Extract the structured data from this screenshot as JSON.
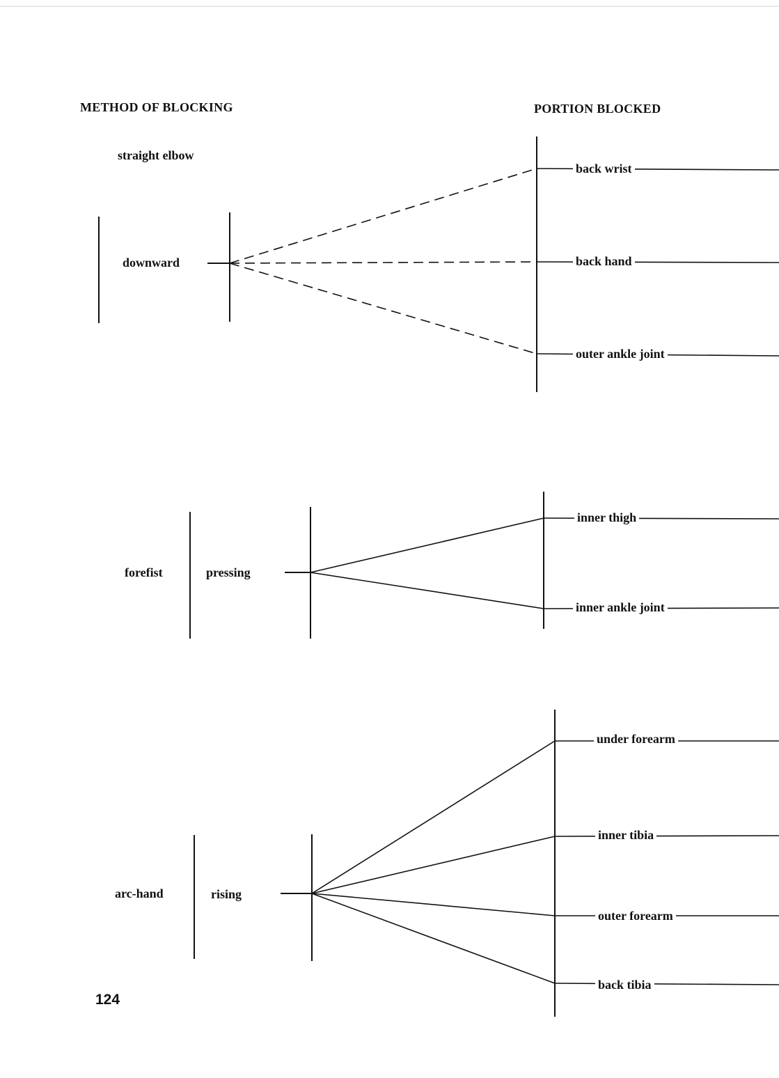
{
  "headings": {
    "method": "METHOD OF BLOCKING",
    "portion": "PORTION BLOCKED"
  },
  "groups": [
    {
      "id": "downward",
      "tool": "straight elbow",
      "direction": "downward",
      "line_style": "dashed",
      "portions": [
        "back wrist",
        "back hand",
        "outer ankle joint"
      ]
    },
    {
      "id": "pressing",
      "tool": "forefist",
      "direction": "pressing",
      "line_style": "solid",
      "portions": [
        "inner thigh",
        "inner ankle joint"
      ]
    },
    {
      "id": "rising",
      "tool": "arc-hand",
      "direction": "rising",
      "line_style": "solid",
      "portions": [
        "under forearm",
        "inner tibia",
        "outer forearm",
        "back tibia"
      ]
    }
  ],
  "page_number": "124"
}
